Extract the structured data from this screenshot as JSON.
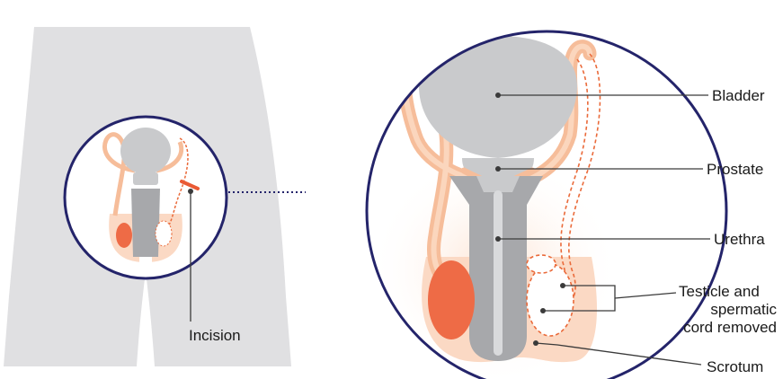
{
  "labels": {
    "incision": "Incision",
    "bladder": "Bladder",
    "prostate": "Prostate",
    "urethra": "Urethra",
    "testicle_line1": "Testicle and",
    "testicle_line2": "spermatic",
    "testicle_line3": "cord removed",
    "scrotum": "Scrotum"
  },
  "colors": {
    "body": "#e0e0e2",
    "circle_stroke": "#24246a",
    "organ_gray": "#c9cacc",
    "organ_gray_dark": "#a7a8ab",
    "cord": "#f6bd9a",
    "cord_inner": "#fbd6bd",
    "scrotum": "#fbd9c4",
    "testicle": "#ee6b46",
    "dashed": "#ea6a3a",
    "incision": "#ea5a34",
    "leader": "#3a3a3a"
  }
}
